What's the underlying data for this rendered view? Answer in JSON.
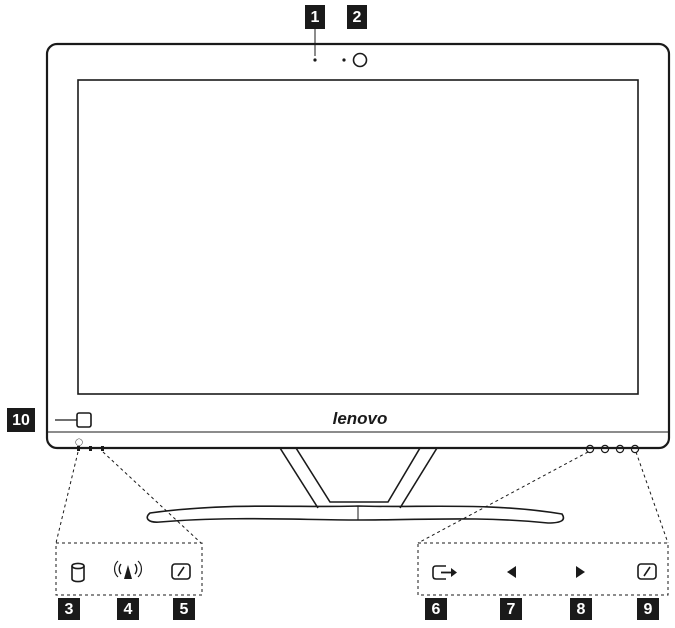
{
  "brand": {
    "logo_text": "lenovo"
  },
  "callouts": [
    {
      "id": "1",
      "label": "1"
    },
    {
      "id": "2",
      "label": "2"
    },
    {
      "id": "3",
      "label": "3"
    },
    {
      "id": "4",
      "label": "4"
    },
    {
      "id": "5",
      "label": "5"
    },
    {
      "id": "6",
      "label": "6"
    },
    {
      "id": "7",
      "label": "7"
    },
    {
      "id": "8",
      "label": "8"
    },
    {
      "id": "9",
      "label": "9"
    },
    {
      "id": "10",
      "label": "10"
    }
  ],
  "icons": {
    "left_panel": [
      "hard-drive-icon",
      "wireless-icon",
      "novo-button-icon"
    ],
    "right_panel": [
      "input-source-icon",
      "left-arrow-icon",
      "right-arrow-icon",
      "novo-button-icon"
    ]
  },
  "colors": {
    "line": "#1a1a1a",
    "callout_background": "#1a1a1a",
    "callout_text": "#ffffff"
  }
}
